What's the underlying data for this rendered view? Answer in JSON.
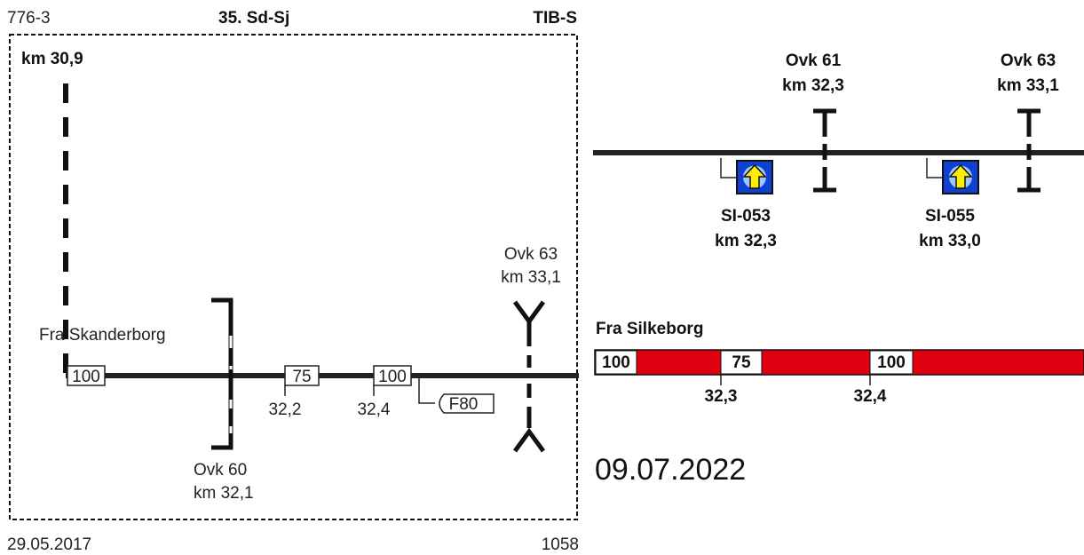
{
  "header": {
    "left_code": "776-3",
    "title": "35. Sd-Sj",
    "right_code": "TIB-S"
  },
  "footer": {
    "date": "29.05.2017",
    "page_number": "1058"
  },
  "left_panel": {
    "start_km": "km 30,9",
    "from_label": "Fra Skanderborg",
    "speed_boards": [
      {
        "value": "100",
        "km": ""
      },
      {
        "value": "75",
        "km": "32,2"
      },
      {
        "value": "100",
        "km": "32,4"
      }
    ],
    "sign_f80": "F80",
    "bridge_60": {
      "name": "Ovk 60",
      "km": "km 32,1"
    },
    "bridge_63": {
      "name": "Ovk 63",
      "km": "km 33,1"
    }
  },
  "right_panel": {
    "bridge_61": {
      "name": "Ovk 61",
      "km": "km 32,3"
    },
    "bridge_63": {
      "name": "Ovk 63",
      "km": "km 33,1"
    },
    "signals": [
      {
        "id": "SI-053",
        "km": "km 32,3"
      },
      {
        "id": "SI-055",
        "km": "km 33,0"
      }
    ],
    "from_label": "Fra Silkeborg",
    "speed_strip": [
      {
        "value": "100",
        "km": ""
      },
      {
        "value": "75",
        "km": "32,3"
      },
      {
        "value": "100",
        "km": "32,4"
      }
    ],
    "date": "09.07.2022"
  },
  "colors": {
    "track": "#222222",
    "speed_strip_red": "#e0000f",
    "signal_blue": "#1040d0",
    "signal_arrow": "#ffee00"
  }
}
